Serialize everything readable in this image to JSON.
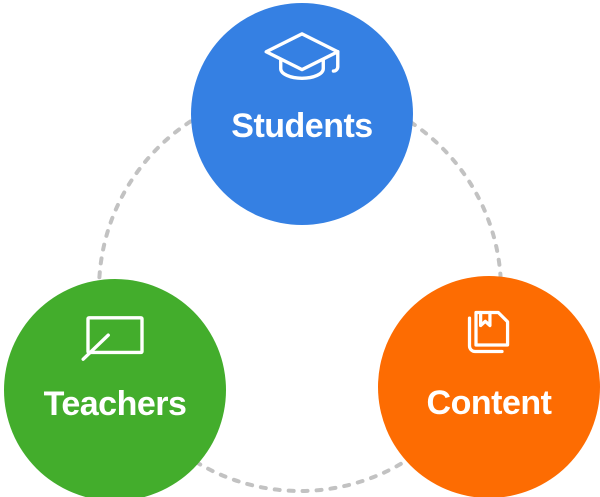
{
  "diagram": {
    "background_color": "#ffffff",
    "connector": {
      "shape": "dashed-circle",
      "color": "#c2c2c2"
    },
    "nodes": [
      {
        "label": "Students",
        "icon": "graduation-cap-icon",
        "color": "#3580e3",
        "text_color": "#ffffff"
      },
      {
        "label": "Teachers",
        "icon": "whiteboard-pen-icon",
        "color": "#43ad2c",
        "text_color": "#ffffff"
      },
      {
        "label": "Content",
        "icon": "book-bookmark-icon",
        "color": "#fd6c02",
        "text_color": "#ffffff"
      }
    ]
  }
}
